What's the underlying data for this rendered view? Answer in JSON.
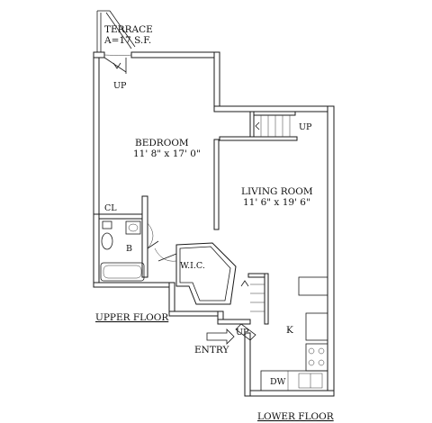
{
  "labels": {
    "terrace_title": "TERRACE",
    "terrace_area": "A=17 S.F.",
    "up_terrace": "UP",
    "bedroom_title": "BEDROOM",
    "bedroom_dims": "11' 8\" x 17' 0\"",
    "up_stair_top": "UP",
    "living_title": "LIVING ROOM",
    "living_dims": "11' 6\" x 19' 6\"",
    "closet": "CL",
    "bath": "B",
    "walk_in_closet": "W.I.C.",
    "upper_floor": "UPPER FLOOR",
    "kitchen": "K",
    "up_entry": "UP",
    "entry": "ENTRY",
    "dishwasher": "DW",
    "lower_floor": "LOWER FLOOR"
  }
}
